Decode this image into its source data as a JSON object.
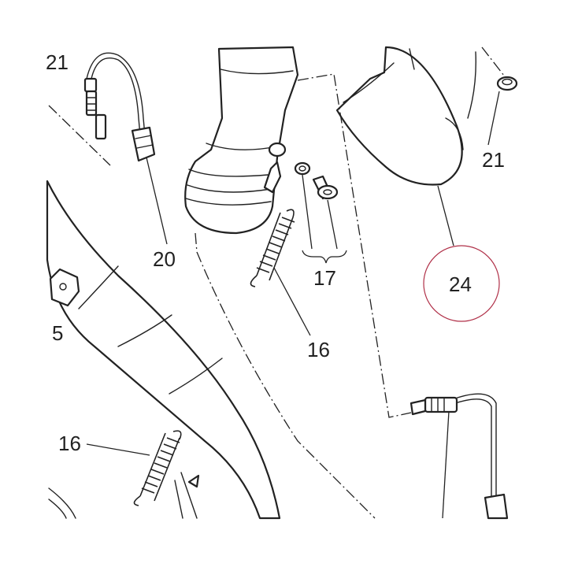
{
  "callouts": {
    "c21_top_left": "21",
    "c21_right": "21",
    "c20": "20",
    "c17": "17",
    "c16_center": "16",
    "c16_left": "16",
    "c5": "5",
    "c24": "24"
  },
  "colors": {
    "line": "#222222",
    "background": "#ffffff",
    "highlight_circle": "#b03048"
  }
}
